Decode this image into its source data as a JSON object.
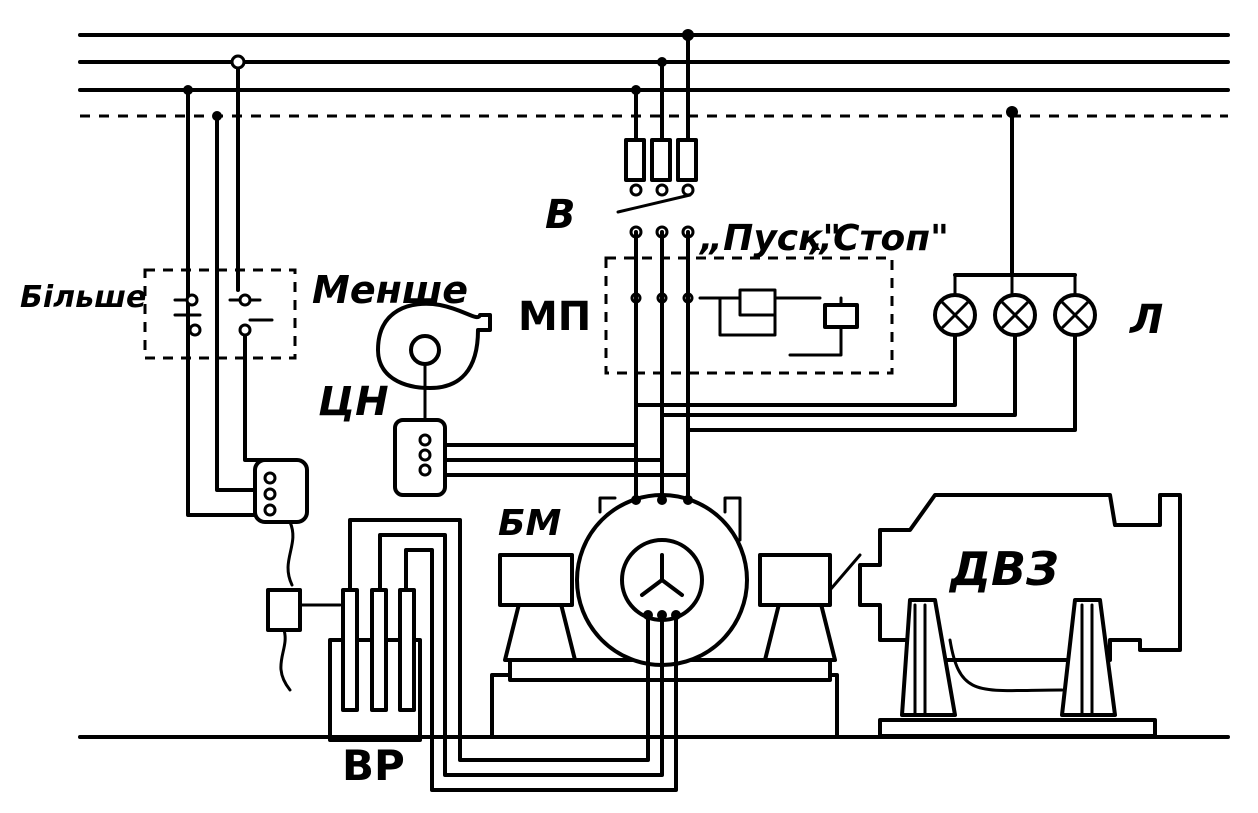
{
  "labels": {
    "bilshe": "Більше",
    "menshe": "Менше",
    "b": "В",
    "pusk": "„Пуск\"",
    "stop": "„Стоп\"",
    "mp": "МП",
    "l": "Л",
    "tsn": "ЦН",
    "bm": "БМ",
    "dvz": "ДВЗ",
    "vr": "ВР"
  }
}
